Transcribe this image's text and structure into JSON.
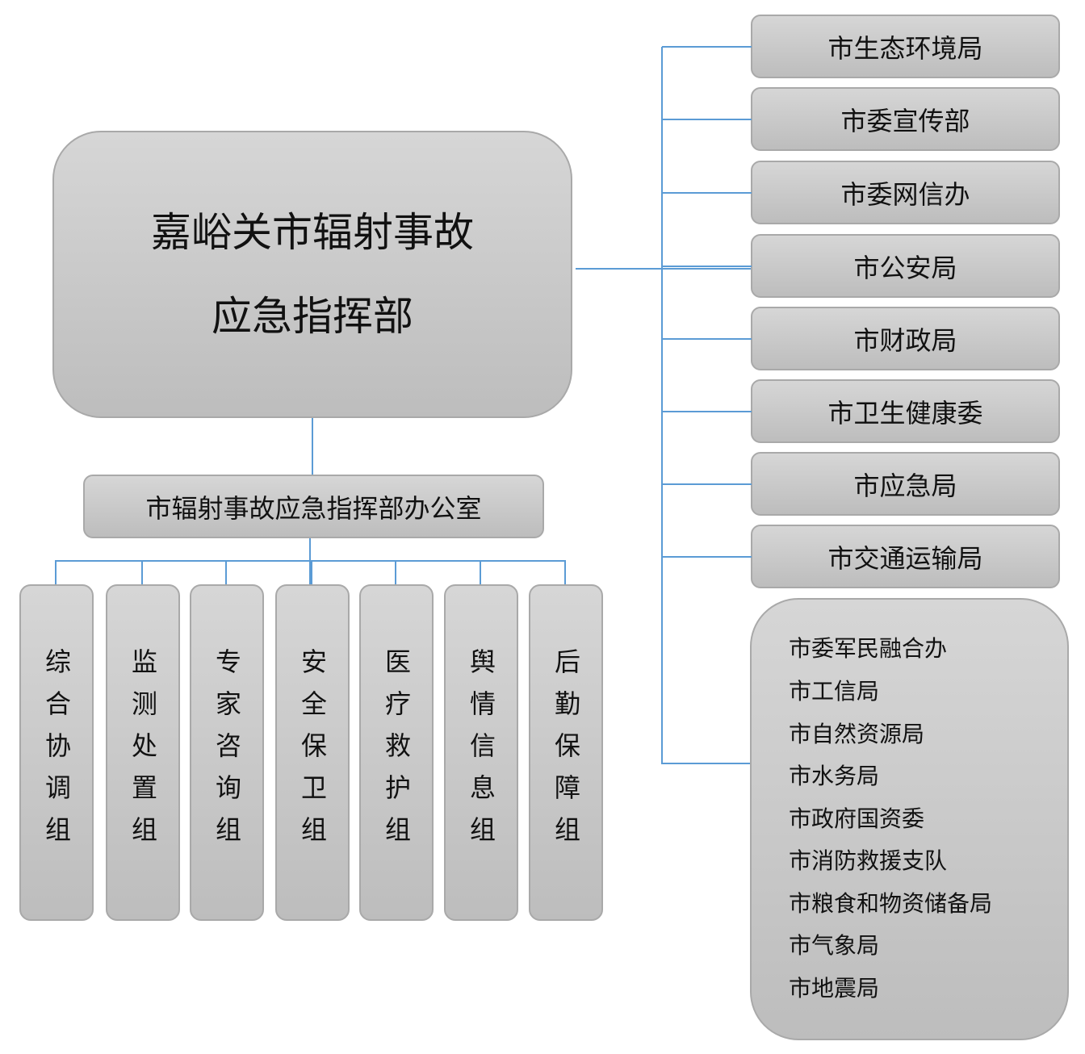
{
  "headquarters": {
    "line1": "嘉峪关市辐射事故",
    "line2": "应急指挥部"
  },
  "office": "市辐射事故应急指挥部办公室",
  "groups": [
    "综合协调组",
    "监测处置组",
    "专家咨询组",
    "安全保卫组",
    "医疗救护组",
    "舆情信息组",
    "后勤保障组"
  ],
  "member_units": [
    "市生态环境局",
    "市委宣传部",
    "市委网信办",
    "市公安局",
    "市财政局",
    "市卫生健康委",
    "市应急局",
    "市交通运输局"
  ],
  "other_units": [
    "市委军民融合办",
    "市工信局",
    "市自然资源局",
    "市水务局",
    "市政府国资委",
    "市消防救援支队",
    "市粮食和物资储备局",
    "市气象局",
    "市地震局"
  ],
  "colors": {
    "connector": "#5b9bd5",
    "box_fill": "#cccccc",
    "box_border": "#a9a9a9"
  }
}
